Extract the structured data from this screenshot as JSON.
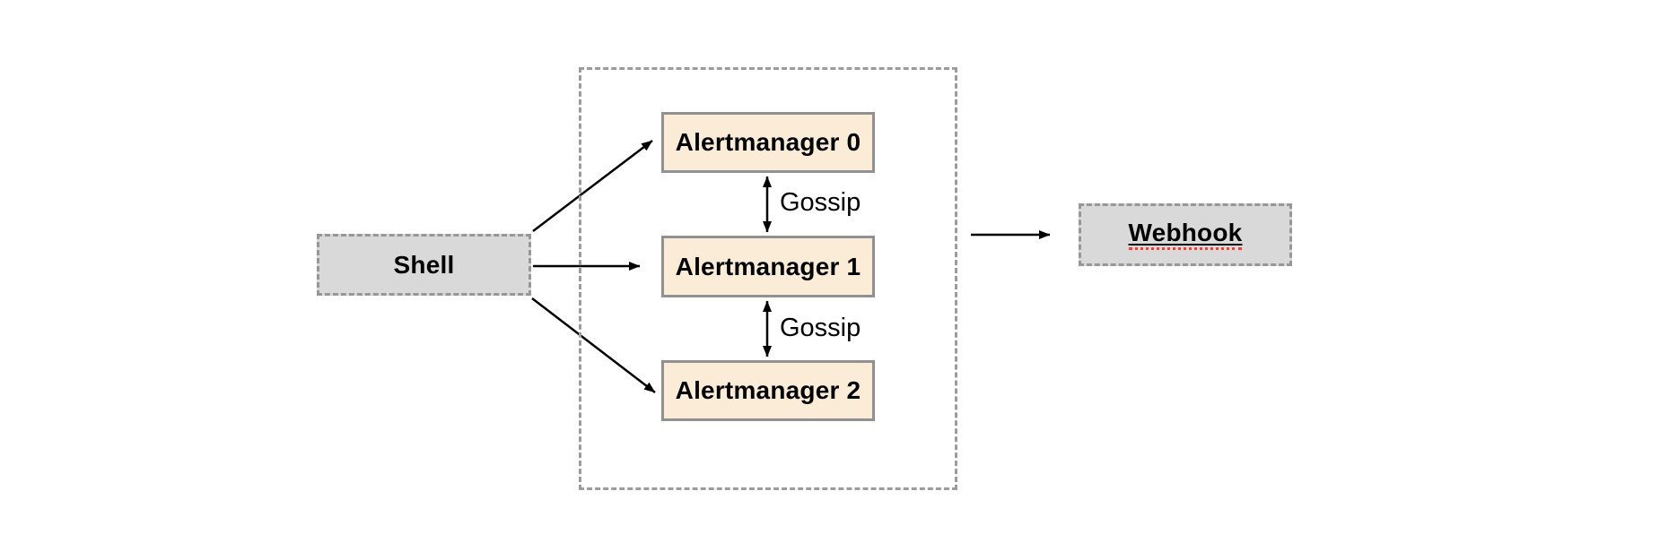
{
  "colors": {
    "canvas-bg": "#ffffff",
    "node-fill": "#faecd7",
    "node-border": "#919191",
    "gray-fill": "#d9d9d9",
    "gray-border": "#979797",
    "cluster-border": "#9c9c9c",
    "arrow": "#000000",
    "spell-red": "#ff3b30",
    "text": "#000000"
  },
  "nodes": {
    "shell": {
      "label": "Shell"
    },
    "alertmanagers": [
      {
        "label": "Alertmanager 0"
      },
      {
        "label": "Alertmanager 1"
      },
      {
        "label": "Alertmanager 2"
      }
    ],
    "webhook": {
      "label": "Webhook"
    }
  },
  "edges": {
    "gossip_labels": [
      "Gossip",
      "Gossip"
    ]
  }
}
